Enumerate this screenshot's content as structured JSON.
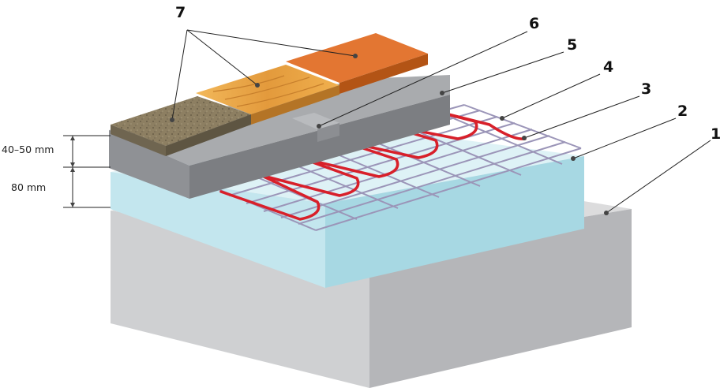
{
  "callouts": {
    "n1": "1",
    "n2": "2",
    "n3": "3",
    "n4": "4",
    "n5": "5",
    "n6": "6",
    "n7": "7"
  },
  "dimensions": {
    "upper": "40–50 mm",
    "lower": "80 mm"
  },
  "colors": {
    "concrete_base": "#d3d4d6",
    "insulation": "#b8e0ea",
    "screed": "#9c9ea2",
    "heating_cable": "#d8202a",
    "mesh": "#9b95b8",
    "tile": "#e0742f",
    "wood": "#e8a649",
    "carpet": "#8b7e63"
  }
}
